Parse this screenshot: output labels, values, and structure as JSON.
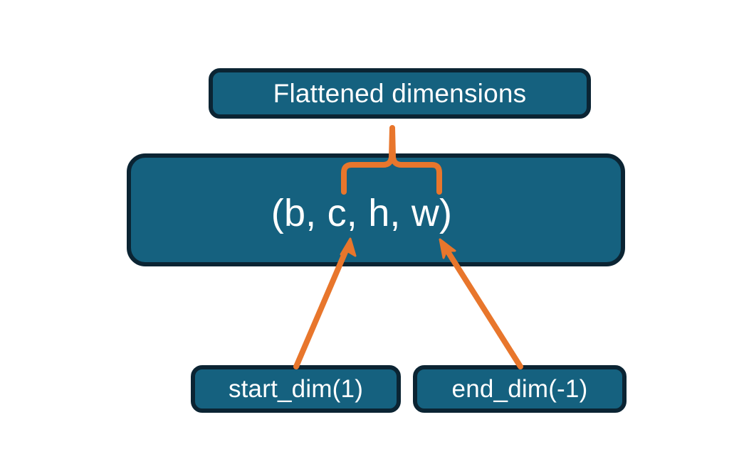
{
  "diagram": {
    "title": "Flatten dimensions diagram",
    "background_color": "#ffffff",
    "box_fill_color": "#15617f",
    "box_border_color": "#0b2433",
    "connector_color": "#e8762c",
    "text_color": "#ffffff",
    "boxes": {
      "flattened": {
        "label": "Flattened dimensions"
      },
      "tuple": {
        "label": "(b, c, h, w)"
      },
      "start_dim": {
        "label": "start_dim(1)"
      },
      "end_dim": {
        "label": "end_dim(-1)"
      }
    },
    "connectors": {
      "brace": {
        "name": "curly-brace-connector",
        "from": "flattened",
        "to": "tuple",
        "spans": "c through w"
      },
      "start_arrow": {
        "name": "start-dim-arrow",
        "from": "start_dim",
        "to": "tuple",
        "points_at": "c"
      },
      "end_arrow": {
        "name": "end-dim-arrow",
        "from": "end_dim",
        "to": "tuple",
        "points_at": "w"
      }
    }
  }
}
